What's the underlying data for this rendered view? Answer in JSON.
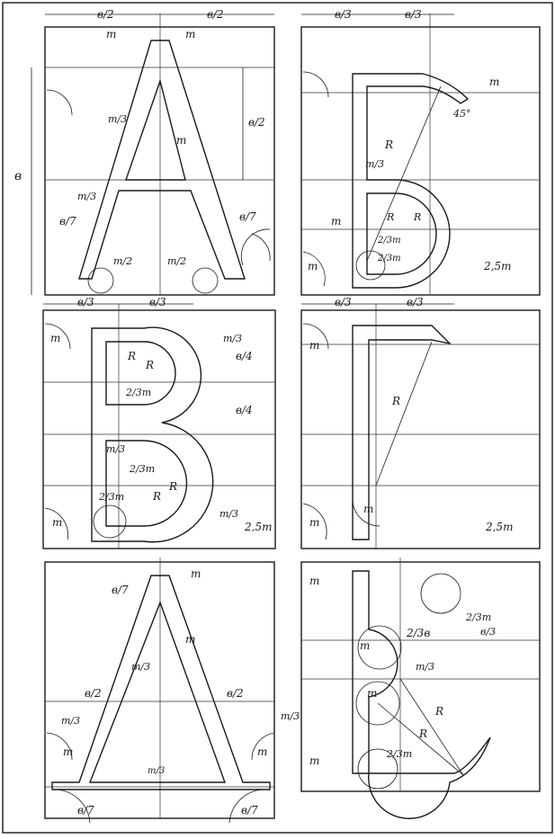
{
  "labels": {
    "b2": "в/2",
    "b3": "в/3",
    "b4": "в/4",
    "b7": "в/7",
    "b": "в",
    "m": "m",
    "m2": "m/2",
    "m3": "m/3",
    "m23": "2/3m",
    "R": "R",
    "m25": "2,5m",
    "deg45": "45°",
    "b23": "2/3в"
  }
}
